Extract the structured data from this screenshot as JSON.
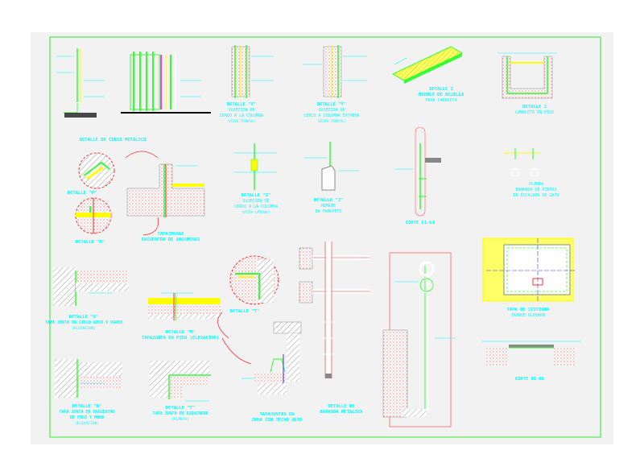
{
  "sheet": {
    "paper": "#f2f2f2",
    "frame_color": "#2ee82e"
  },
  "colors": {
    "white": "#ffffff",
    "green": "#33ff33",
    "cyan": "#00ffff",
    "yellow": "#ffff00",
    "red": "#ff3333",
    "magenta": "#ff33ff",
    "gray": "#9a9a9a",
    "blue": "#3333ff",
    "orange": "#ff8800"
  },
  "titles": {
    "t1": "DETALLE DE CERCO METALICO",
    "t2a": "DETALLE \"X\"",
    "t2b": "SUJECION DE",
    "t2c": "CERCO A LA COLUMNA",
    "t2d": "(VISTA FRONTAL)",
    "t3a": "DETALLE \"Y\"",
    "t3b": "SUJECION DE",
    "t3c": "CERCO A COLUMNA EXTREMA",
    "t3d": "(VISTA FRONTAL)",
    "t4a": "DETALLE I",
    "t4b": "MODULO DE REJILLA",
    "t4c": "PARA CANALETA",
    "t5a": "DETALLE J",
    "t5b": "CANALETA EN PISO",
    "t6": "DETALLE \"P\"",
    "t7a": "DETALLE \"Z\"",
    "t7b": "SUJECION DE",
    "t7c": "CERCO A LA COLUMNA",
    "t7d": "(VISTA LATERAL)",
    "t8a": "DETALLE \"J\"",
    "t8b": "REMATE",
    "t8c": "EN PARAPETO",
    "t9": "CORTE L1-L1",
    "t10a": "PLANTA",
    "t10b": "BARANDA DE FIERRO",
    "t10c": "EN ESCALERA DE GATO",
    "t11": "DETALLE \"N\"",
    "t12a": "TAPAJUNTAS",
    "t12b": "ENCUENTRO DE VOLUMENES",
    "t13a": "DETALLE \"G\"",
    "t13b": "TAPA JUNTA EN CIELO RASO Y PARED",
    "t13c": "(ELEVACION)",
    "t14a": "DETALLE \"M\"",
    "t14b": "TAPAJUNTA EN PISO (ELEVACION)",
    "t15": "DETALLE \"T\"",
    "t16a": "TAPA DE CISTERNA",
    "t16b": "TANQUE ELEVADO",
    "t17": "CORTE H1-H1",
    "t18a": "DETALLE \"H\"",
    "t18b": "TAPA JUNTA EN ENCUENTRO",
    "t18c": "DE PISO Y MURO",
    "t18d": "(ELEVACION)",
    "t19a": "DETALLE \"T\"",
    "t19b": "TAPA JUNTA EN ESQUINERO",
    "t19c": "(PLANTA)",
    "t20a": "TAPAJUNTAS EN",
    "t20b": "ZONA CON TECHO ALTO",
    "t21a": "DETALLE DE",
    "t21b": "BARANDA METALICA"
  }
}
